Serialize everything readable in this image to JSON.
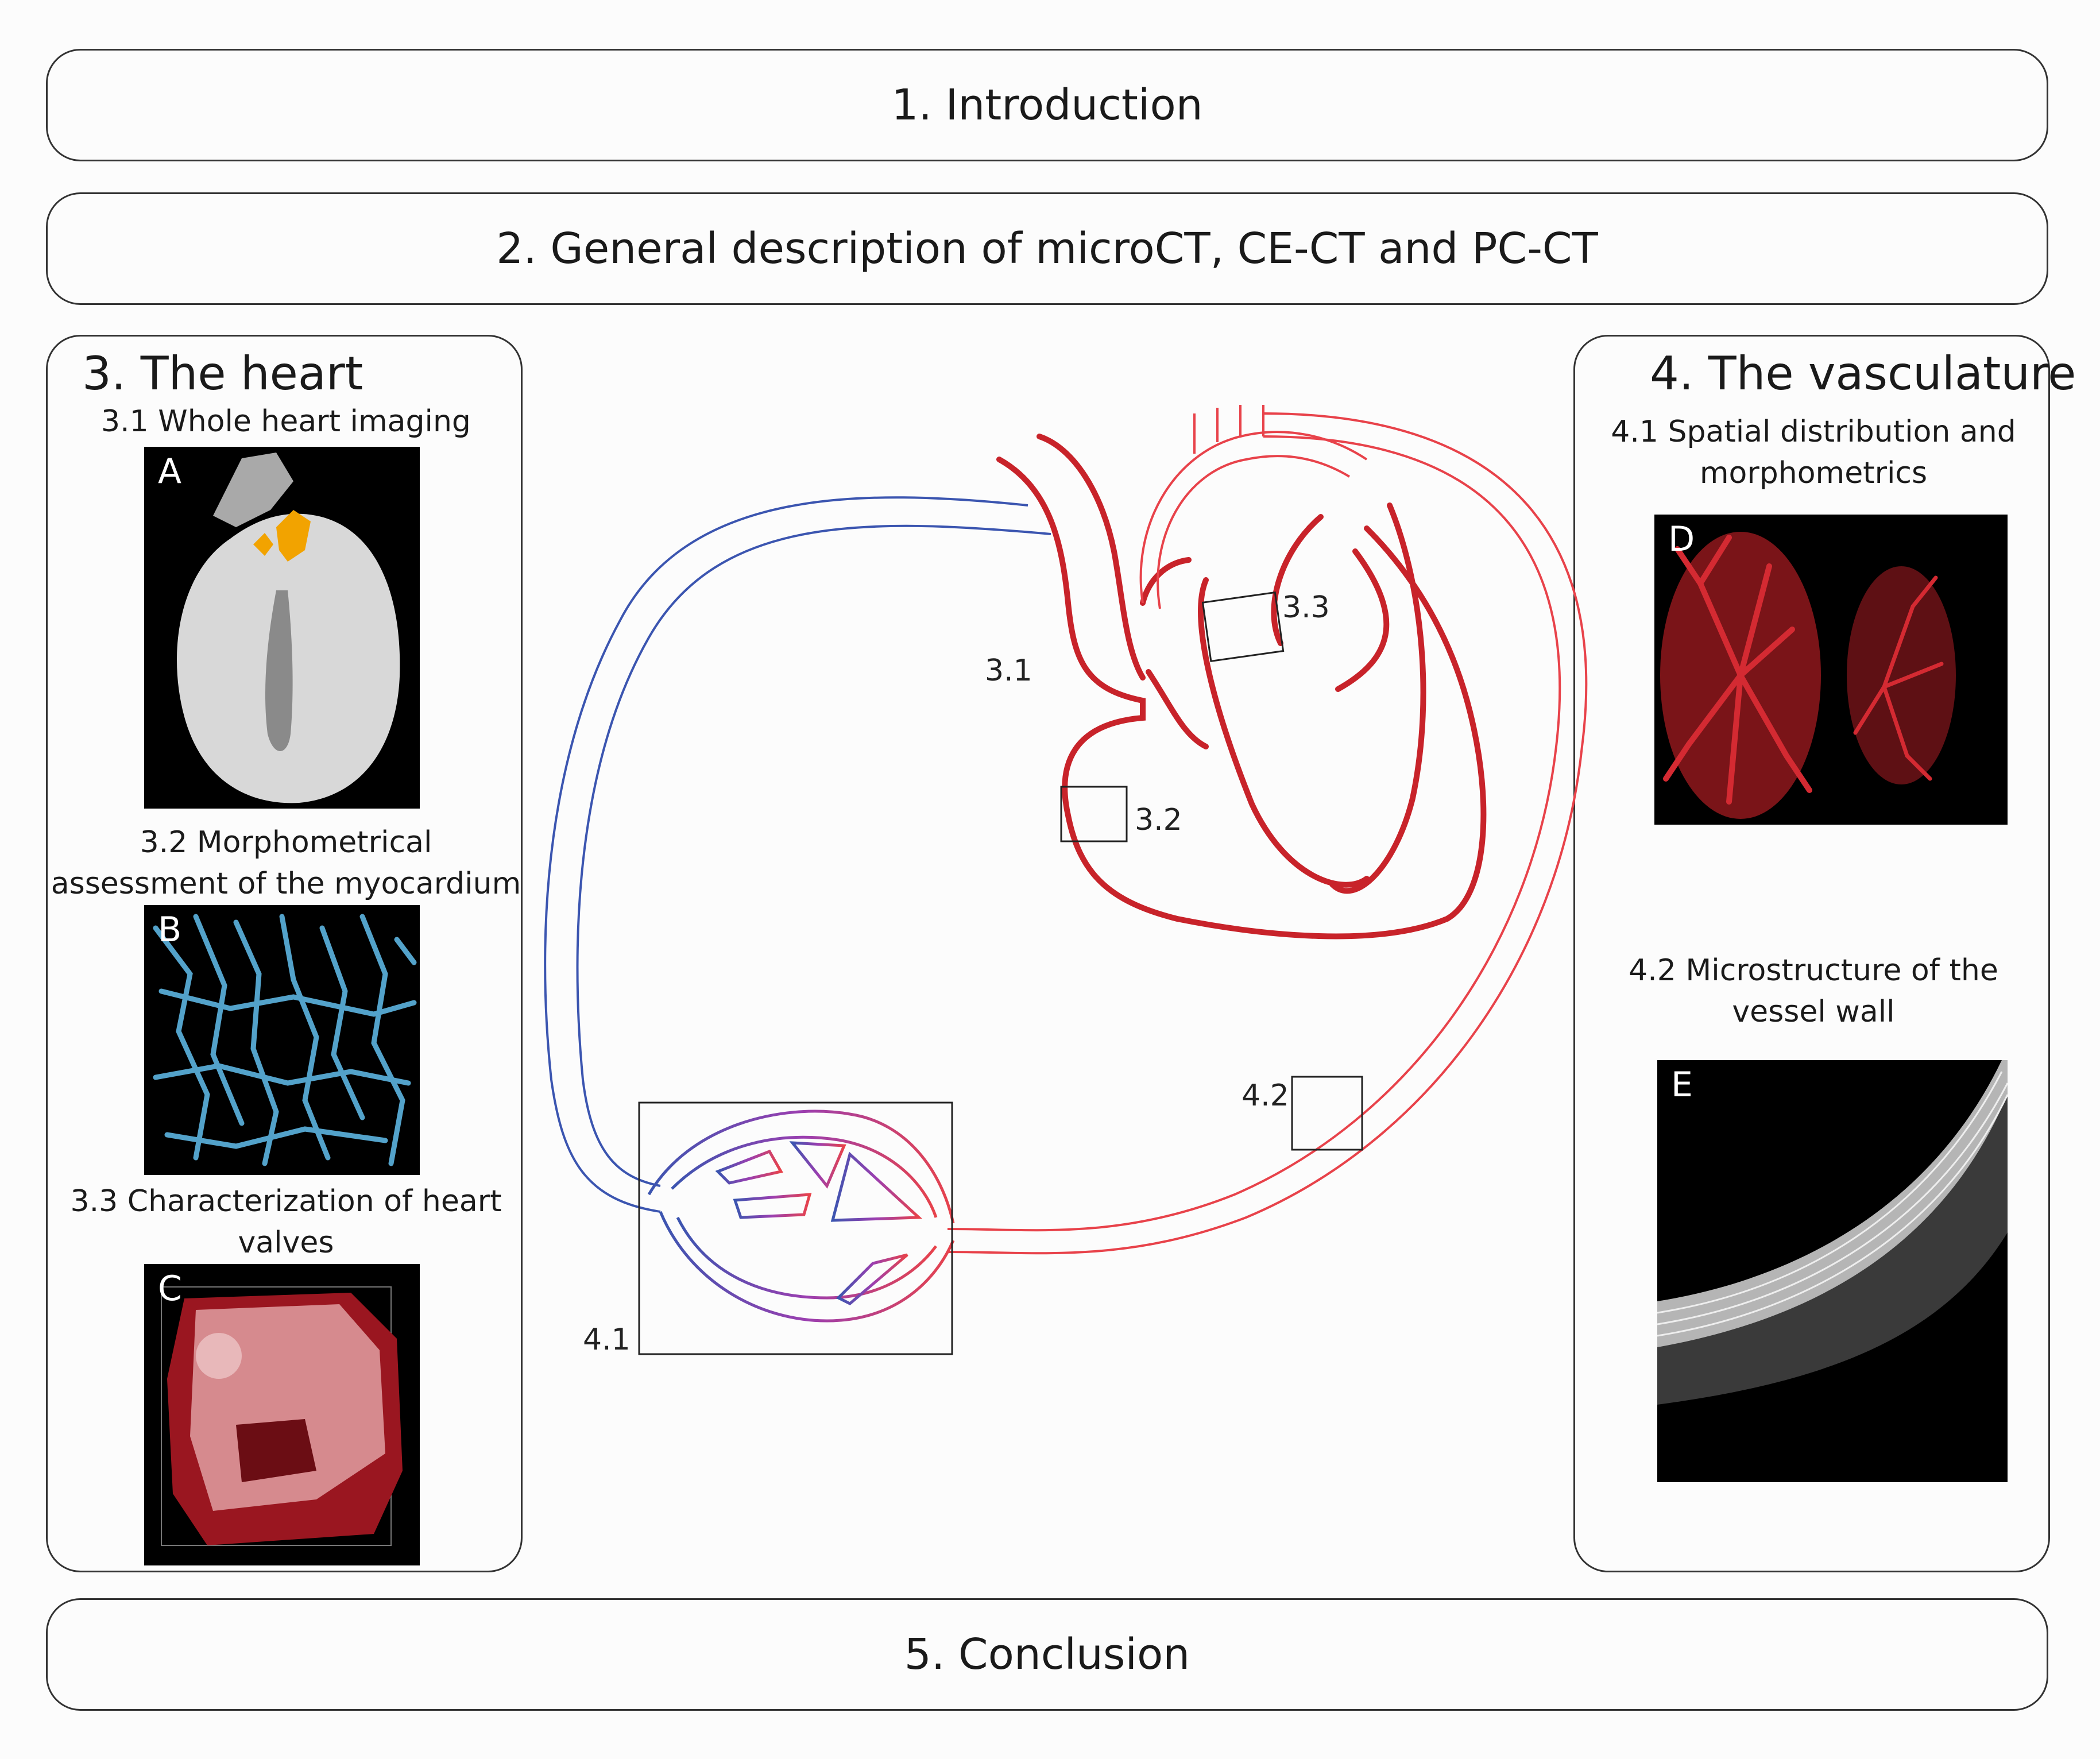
{
  "sections": {
    "introduction": "1. Introduction",
    "general": "2. General description of microCT, CE-CT and PC-CT",
    "conclusion": "5. Conclusion"
  },
  "heart_panel": {
    "title": "3. The heart",
    "items": [
      {
        "label": "3.1 Whole heart imaging",
        "letter": "A"
      },
      {
        "label": "3.2 Morphometrical assessment of the myocardium",
        "letter": "B"
      },
      {
        "label": "3.3 Characterization of heart valves",
        "letter": "C"
      }
    ]
  },
  "vasculature_panel": {
    "title": "4. The vasculature",
    "items": [
      {
        "label": "4.1 Spatial distribution and morphometrics",
        "letter": "D"
      },
      {
        "label": "4.2 Microstructure of the vessel wall",
        "letter": "E"
      }
    ]
  },
  "diagram_labels": {
    "l31": "3.1",
    "l32": "3.2",
    "l33": "3.3",
    "l41": "4.1",
    "l42": "4.2"
  },
  "colors": {
    "artery": "#c8232a",
    "vein": "#3b55b0",
    "light_red": "#e8424a",
    "heart_bone": "#d6d6d6",
    "orange": "#f5a000",
    "capillary_blue": "#5cb4e0"
  }
}
